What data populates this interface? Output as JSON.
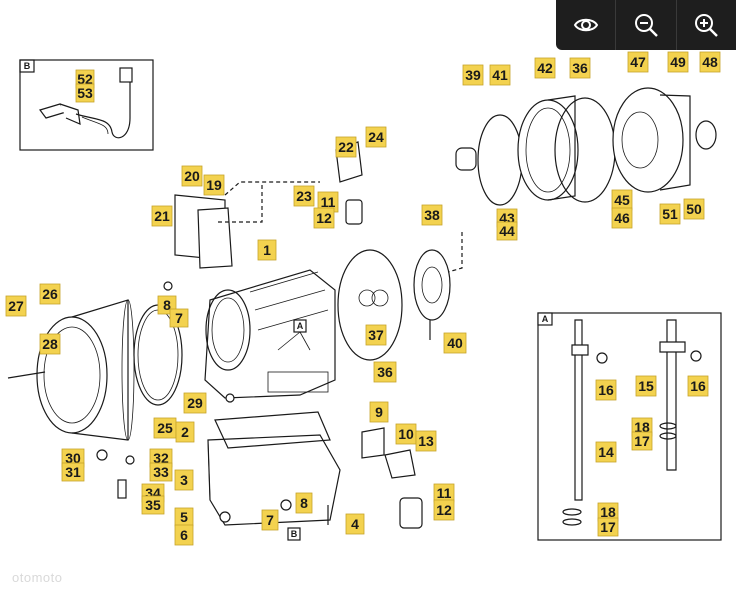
{
  "toolbar": {
    "view_icon": "eye-icon",
    "zoom_out_icon": "zoom-out-icon",
    "zoom_in_icon": "zoom-in-icon"
  },
  "watermark": "otomoto",
  "inset_labels": {
    "detail_b": "B",
    "detail_a": "A",
    "main_a": "A",
    "main_b": "B"
  },
  "accent_color": "#f3d24f",
  "callouts": [
    "52",
    "53",
    "39",
    "41",
    "42",
    "36",
    "47",
    "49",
    "48",
    "22",
    "24",
    "23",
    "11",
    "12",
    "20",
    "19",
    "21",
    "45",
    "46",
    "51",
    "50",
    "43",
    "44",
    "38",
    "1",
    "27",
    "26",
    "8",
    "7",
    "28",
    "37",
    "40",
    "36",
    "29",
    "25",
    "2",
    "9",
    "10",
    "13",
    "30",
    "31",
    "32",
    "33",
    "34",
    "35",
    "3",
    "11",
    "12",
    "5",
    "6",
    "7",
    "8",
    "4",
    "16",
    "15",
    "16",
    "18",
    "17",
    "14",
    "18",
    "17"
  ]
}
